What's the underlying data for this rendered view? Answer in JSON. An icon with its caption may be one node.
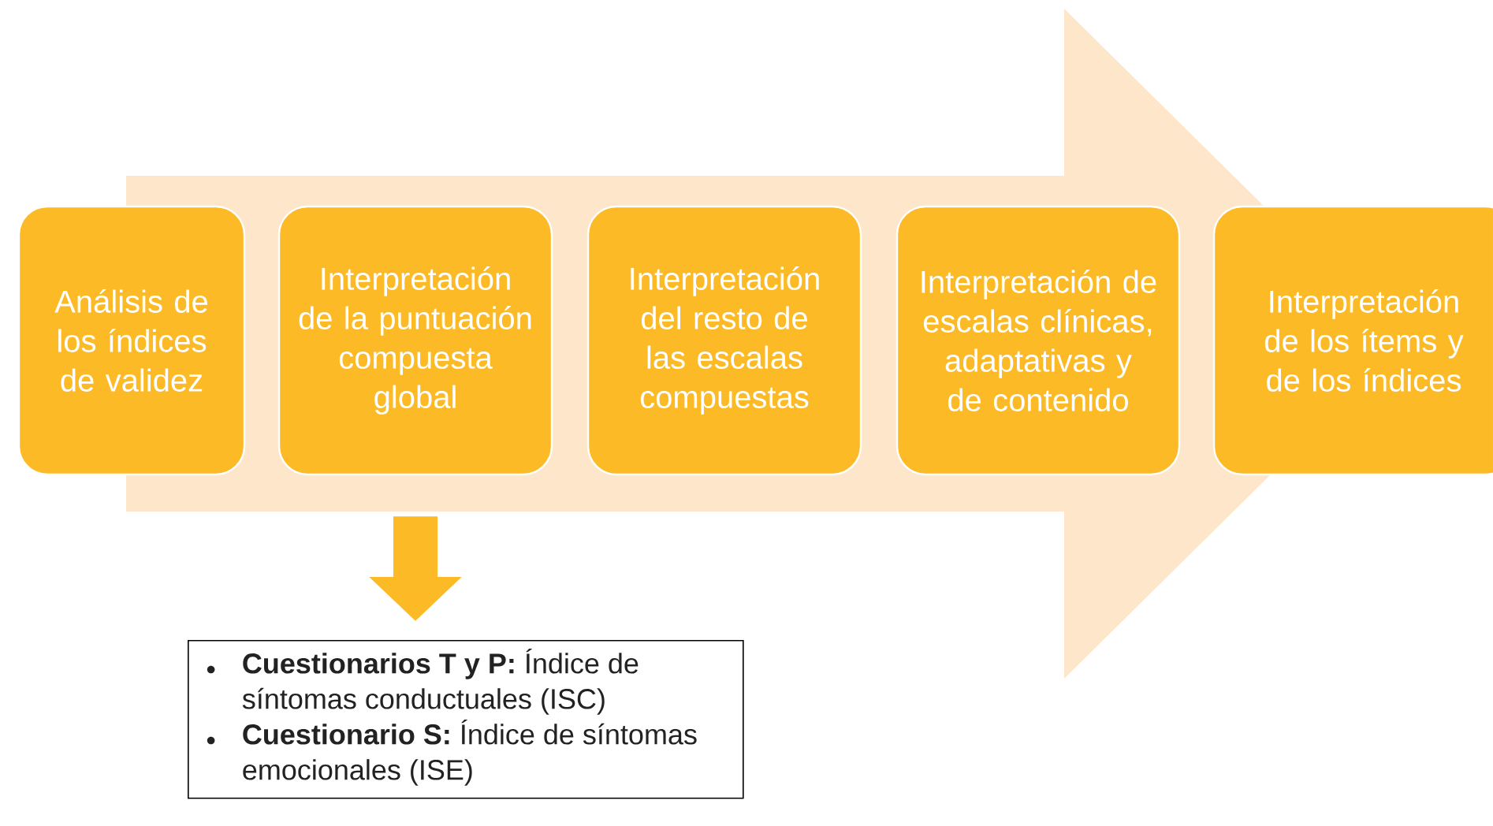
{
  "diagram": {
    "nodes": [
      {
        "text": [
          "Análisis de los índices de validez"
        ]
      },
      {
        "text": [
          "Interpretación de la puntuación compuesta global"
        ]
      },
      {
        "text": [
          "Interpretación del resto de las escalas compuestas"
        ]
      },
      {
        "text": [
          "Interpretación de escalas clínicas, adaptativas y de contenido"
        ]
      },
      {
        "text": [
          "Interpretación de los ítems y de los índices"
        ]
      },
      {
        "text": [
          "**Cuestionarios T y P:** Índice de síntomas conductuales (ISC)",
          "**Cuestionario S:** Índice de síntomas emocionales (ISE)"
        ]
      }
    ],
    "edges": [
      {
        "from": 0,
        "to": 4,
        "arrow": "to",
        "style": "thick",
        "color": "#fde6c9"
      },
      {
        "from": 1,
        "to": 5,
        "arrow": "to",
        "color": "#fdba27"
      }
    ]
  }
}
